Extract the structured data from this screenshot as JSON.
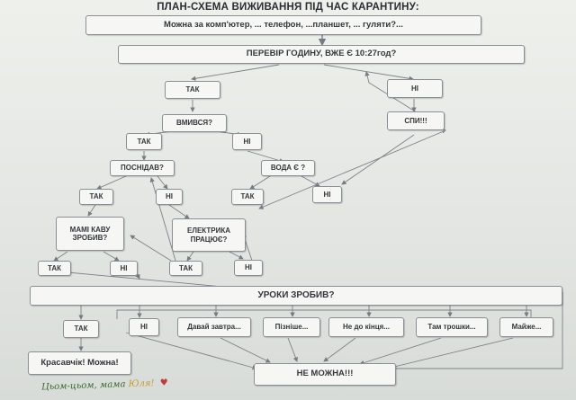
{
  "title": "ПЛАН-СХЕМА ВИЖИВАННЯ ПІД ЧАС КАРАНТИНУ:",
  "nodes": {
    "top": "Можна за комп'ютер, ... телефон, ...планшет, ... гуляти?...",
    "check_time": "ПЕРЕВІР ГОДИНУ, ВЖЕ Є 10:27год?",
    "time_yes": "ТАК",
    "time_no": "НІ",
    "sleep": "СПИ!!!",
    "washed": "ВМИВСЯ?",
    "washed_yes": "ТАК",
    "washed_no": "НІ",
    "ate": "ПОСНІДАВ?",
    "water": "ВОДА Є ?",
    "ate_yes": "ТАК",
    "ate_no": "НІ",
    "water_yes": "ТАК",
    "water_no": "НІ",
    "coffee": "МАМІ КАВУ ЗРОБИВ?",
    "electric": "ЕЛЕКТРИКА ПРАЦЮЄ?",
    "coffee_yes": "ТАК",
    "coffee_no": "НІ",
    "electric_yes": "ТАК",
    "electric_no": "НІ",
    "homework": "УРОКИ ЗРОБИВ?",
    "hw_yes": "ТАК",
    "hw_no": "НІ",
    "hw_tomorrow": "Давай завтра...",
    "hw_later": "Пізніше...",
    "hw_not_done": "Не до кінця...",
    "hw_little": "Там трошки...",
    "hw_almost": "Майже...",
    "good": "Красавчік! Можна!",
    "cannot": "НЕ МОЖНА!!!"
  },
  "signature": {
    "text": "Цьом-цьом, мама",
    "name": "Юля!",
    "heart": "♥"
  },
  "colors": {
    "box_border": "#8a8e95",
    "arrow": "#777b82",
    "text": "#34363c",
    "signature_green": "#3c6a2c",
    "signature_yellow": "#c79a2c",
    "heart_red": "#c23b3b"
  }
}
